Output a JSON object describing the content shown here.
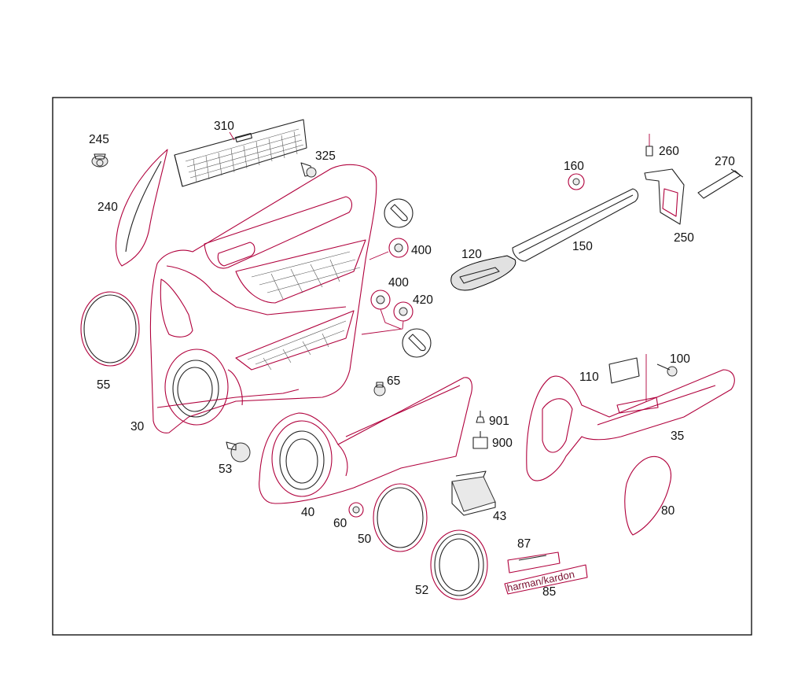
{
  "diagram": {
    "labels": {
      "p245": "245",
      "p310": "310",
      "p325": "325",
      "p240": "240",
      "p400a": "400",
      "p400b": "400",
      "p420": "420",
      "p120": "120",
      "p150": "150",
      "p160": "160",
      "p260": "260",
      "p270": "270",
      "p250": "250",
      "p55": "55",
      "p30": "30",
      "p65": "65",
      "p53": "53",
      "p40": "40",
      "p60": "60",
      "p50": "50",
      "p52": "52",
      "p901": "901",
      "p900": "900",
      "p43": "43",
      "p87": "87",
      "p85": "85",
      "p110": "110",
      "p100": "100",
      "p35": "35",
      "p80": "80"
    },
    "badge": {
      "brand_text": "harman/kardon"
    },
    "colors": {
      "line": "#222222",
      "accent": "#b0003c",
      "frame": "#000000"
    }
  }
}
